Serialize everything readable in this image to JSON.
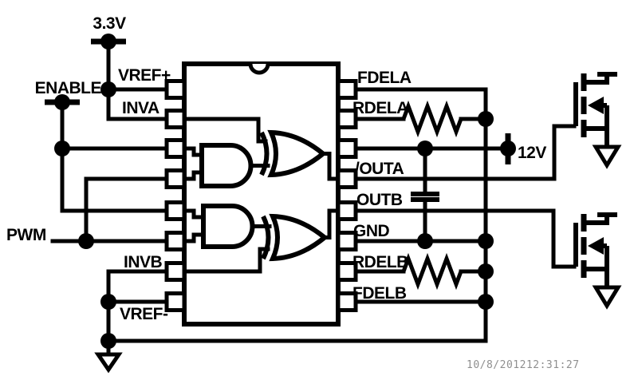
{
  "labels": {
    "v33": "3.3V",
    "enable": "ENABLE",
    "pwm": "PWM",
    "vref_plus": "VREF+",
    "inva": "INVA",
    "invb": "INVB",
    "vref_minus": "VREF-",
    "fdela": "FDELA",
    "rdela": "RDELA",
    "v12": "12V",
    "outa": "/OUTA",
    "outb": "OUTB",
    "gnd": "GND",
    "rdelb": "RDELB",
    "fdelb": "FDELB",
    "timestamp": "10/8/201212:31:27"
  },
  "colors": {
    "ink": "#000000",
    "background": "#ffffff",
    "timestamp_gray": "#8f8f8f"
  },
  "components": {
    "ic": "gate-driver-ic-with-and-xor-logic",
    "and_gates": [
      "and-gate-a",
      "and-gate-b"
    ],
    "xor_gates": [
      "xor-gate-a",
      "xor-gate-b"
    ],
    "resistors": [
      "rdela-resistor",
      "rdelb-resistor"
    ],
    "capacitor": "decoupling-capacitor",
    "mosfets": [
      "mosfet-a",
      "mosfet-b"
    ],
    "ground_symbols": 3,
    "supply_taps": [
      "3.3V",
      "12V"
    ]
  }
}
